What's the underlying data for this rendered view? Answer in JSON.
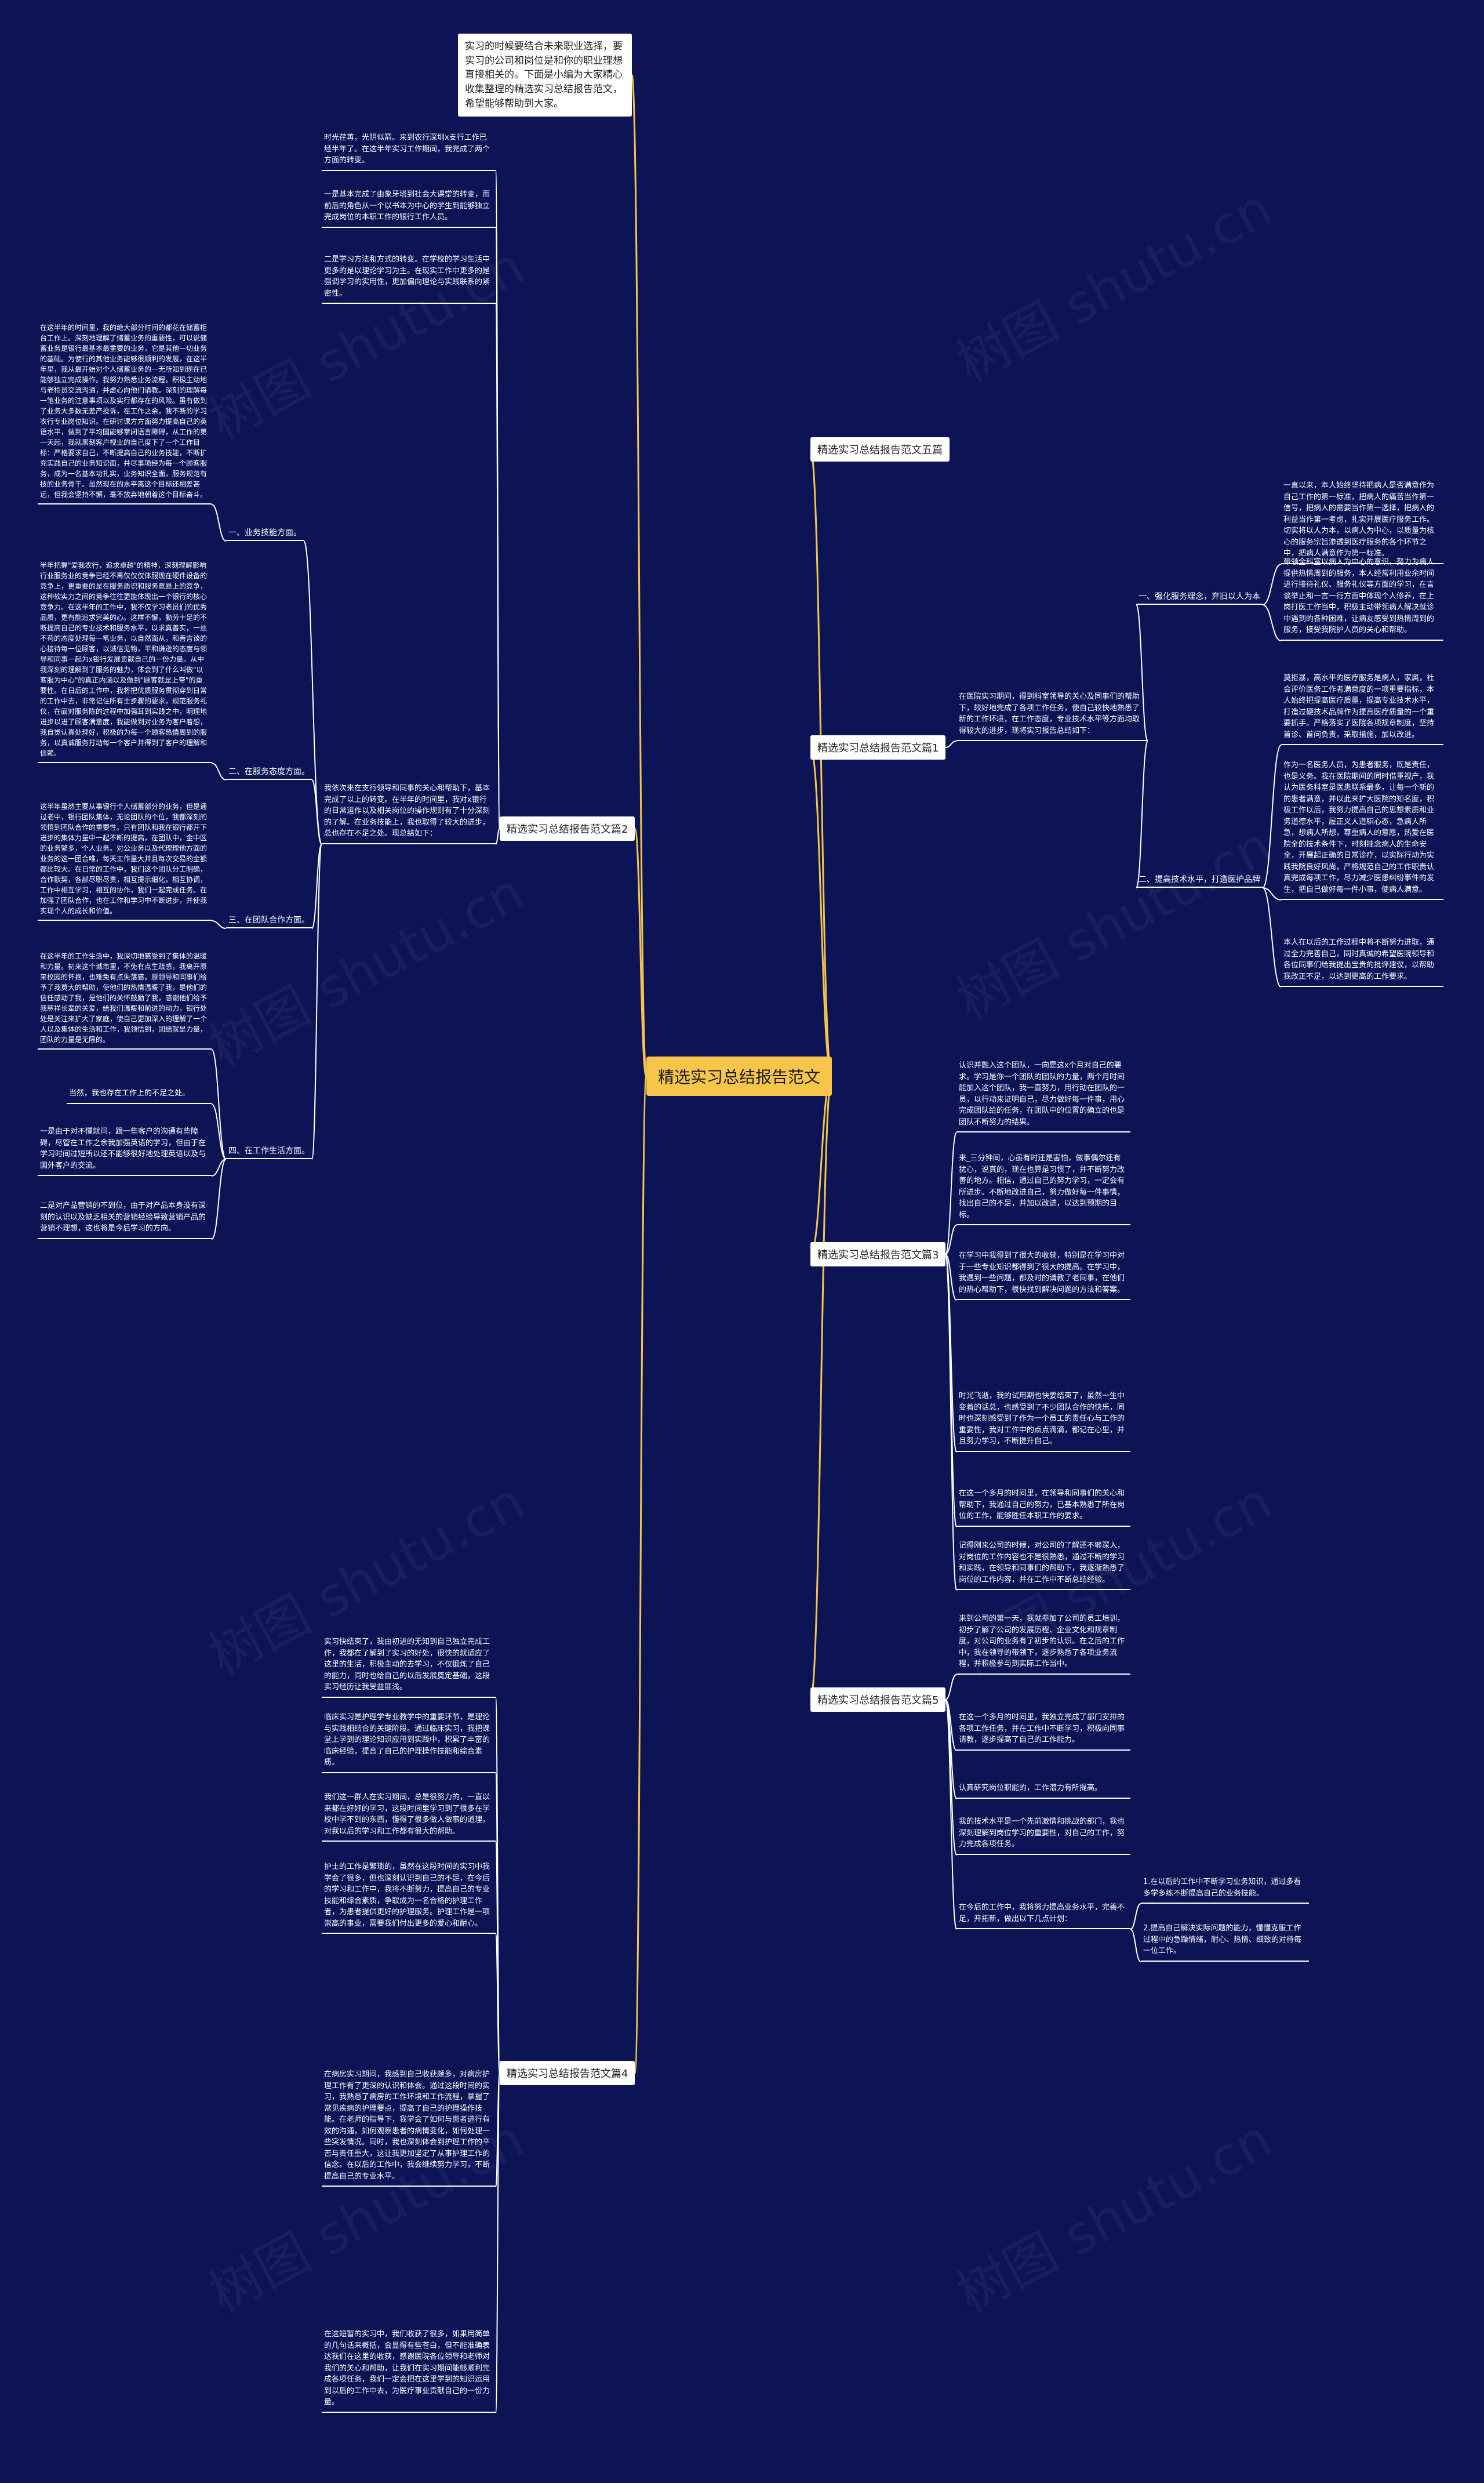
{
  "root": {
    "label": "精选实习总结报告范文"
  },
  "intro": {
    "text": "实习的时候要结合未来职业选择，要实习的公司和岗位是和你的职业理想直接相关的。下面是小编为大家精心收集整理的精选实习总结报告范文，希望能够帮助到大家。"
  },
  "watermark": {
    "text": "树图 shutu.cn"
  },
  "colors": {
    "background": "#0c1456",
    "line": "#f6c54a",
    "root_fill": "#f6c54a"
  },
  "branches": {
    "b5": {
      "label": "精选实习总结报告范文五篇"
    },
    "b1": {
      "label": "精选实习总结报告范文篇1",
      "desc": "在医院实习期间，得到科室领导的关心及同事们的帮助下，较好地完成了各项工作任务，使自己较快地熟悉了新的工作环境，在工作态度，专业技术水平等方面均取得较大的进步，现将实习报告总结如下：",
      "cat1": "一、强化服务理念，弃旧以人为本",
      "cat2": "二、提高技术水平，打造医护品牌",
      "leaves": [
        "一直以来，本人始终坚持把病人是否满意作为自己工作的第一标准，把病人的痛苦当作第一信号，把病人的需要当作第一选择，把病人的利益当作第一考虑，扎实开展医疗服务工作。切实将以人为本，以病人为中心，以质量为核心的服务宗旨渗透到医疗服务的各个环节之中，把病人满意作为第一标准。",
        "带领全科室以病人为中心的意识，努力为病人提供热情周到的服务，本人经常利用业余时间进行接待礼仪、服务礼仪等方面的学习，在言谈举止和一言一行方面中体现个人修养，在上岗打医工作当中，积极主动带领病人解决就诊中遇到的各种困难，让病友感受到热情周到的服务，接受我院护人员的关心和帮助。",
        "莫拒暴，高水平的医疗服务是病人，家属，社会评价医务工作者满意度的一项重要指标，本人始终把提高医疗质量，提高专业技术水平，打造过硬技术品牌作为提高医疗质量的一个重要抓手。严格落实了医院各项规章制度，坚持首诊、首问负责，采取措施，加以改进。",
        "作为一名医务人员，为患者服务，既是责任，也是义务。我在医院期间的同时借重视产，我认为医务科室是医患联系最多，让每一个新的的患者满意，并以此来扩大医院的知名度，积极工作以后，我努力提高自己的思想素质和业务道德水平，履正义人道职心态，急病人所急，想病人所想，尊重病人的意愿，热爱在医院全的技术条件下，时刻挂念病人的生命安全，开展起正确的日常诊疗，以实际行动为实践我院良好风尚，严格规范自己的工作职责认真完成每项工作，尽力减少医患纠纷事件的发生，把自己做好每一件小事，使病人满意。",
        "本人在以后的工作过程中将不断努力进取，通过全力完善自己，同时真诚的希望医院领导和各位同事们给我提出宝贵的批评建议，以帮助我改正不足，以达到更高的工作要求。"
      ]
    },
    "b2": {
      "label": "精选实习总结报告范文篇2",
      "desc": "我依次来在支行领导和同事的关心和帮助下，基本完成了以上的转变。在半年的时间里，我对x银行的日常运作以及相关岗位的操作规则有了十分深刻的了解。在业务技能上，我也取得了较大的进步，总也存在不足之处。现总结如下：",
      "cats": [
        "一、业务技能方面。",
        "二、在服务态度方面。",
        "三、在团队合作方面。",
        "四、在工作生活方面。"
      ],
      "head_leaves": [
        "时光荏苒，光阴似箭。来到农行深圳x支行工作已经半年了。在这半年实习工作期间，我完成了两个方面的转变。",
        "一是基本完成了由象牙塔到社会大课堂的转变，而前后的角色从一个以书本为中心的学生到能够独立完成岗位的本职工作的银行工作人员。",
        "二是学习方法和方式的转变。在学校的学习生活中更多的是以理论学习为主。在现实工作中更多的是强调学习的实用性，更加偏向理论与实践联系的紧密性。"
      ],
      "leaf1": "在这半年的时间里，我的绝大部分时间的都花在储蓄柜台工作上。深刻地理解了储蓄业务的重要性，可以说储蓄业务是银行最基本最重要的业务，它是其他一切业务的基础。为使行的其他业务能够很顺利的发展，在这半年里，我从最开始对个人储蓄业务的一无所知到现在已能够独立完成操作。我努力熟悉业务流程，积极主动地与老柜员交流沟通，并虚心向他们请教。深刻的理解每一笔业务的注意事项以及实行都存在的风险。虽有做到了业务大多数无差产投诉，在工作之余，我不断的学习农行专业岗位知识。在研讨课方方面努力提高自己的英语水平，做到了平均国能够掌闭语言障碍，从工作的第一天起，我就黑刻客户视业的自己度下了一个工作目标：严格要求自己，不断提高自己的业务技能，不断扩充实践自己的业务知识面，并尽事项经为每一个顾客服务，成为一名基本功扎实，业务知识全面，服务规范有技的业务骨干。虽然现在的水平离这个目标还相差甚远，但我会坚持不懈，毫不放弃地朝着这个目标奋斗。",
      "leaf2": "半年把握\"爱我农行，追求卓越\"的精神，深刻理解影响行业服务业的竞争已经不再仅仅仅体服现在硬件设备的竞争上，更重要的是在服务质识和服务意愿上的竞争，这种软实力之间的竞争往往更能体现出一个银行的核心竞争力。在这半年的工作中，我不仅学习老员们的优秀品质，更有能追求完美的心。这样不懈，勤劳十足的不断提高自己的专业技术和服务水平，以求真善实，一丝不苟的态度处理每一笔业务，以自然面从，和善言谈的心接待每一位顾客，以诚信见物，平和谦逊的态度与领导和同事一起为x银行发展贡献自己的一份力量。从中我深刻的理解到了服务的魅力，体会到了什么叫做\"以客服为中心\"的真正内涵以及做到\"顾客就是上帝\"的重要性。在日后的工作中，我将把优质服务贯彻穿到日常的工作中去，非常记住所有士步骤的要求，规范服务礼仪，在面对服务陈的过程中加强耳到实践之中，明理地进步以进了顾客满意度，我能做到对业务为客户着想，我自觉认真处理好，积极的为每一个顾客热情周到的服务，以真诚服务打动每一个客户并得到了客户的理解和信赖。",
      "leaf3": "这半年虽然主要从事银行个人储蓄部分的业务，但是通过老中，银行团队集体，无论团队的个位，我都深刻的领悟到团队合作的重要性。只有团队和我在银行都开下进步的集体力量中一起不断的提高，在团队中，金中区的业务繁多，个人业务。对公业务以及代理理他方面的业务的这一团合唯，每天工作量大并且每次交易的金额都比较大。在日常的工作中，我们这个团队分工明确，合作默契，各部尽职尽责，相互提示细化，相互协调，工作中相互学习，相互的协作，我们一起完成任务。在加强了团队合作，也在工作和学习中不断进步，并使我实现个人的成长和价值。",
      "leaf4": "在这半年的工作生活中，我深切地感受到了集体的温暖和力量。初来这个城市里，不免有点生疏感，我离开原来校园的怀抱，也难免有点失落感，原领导和同事们给予了我莫大的帮助，使他们的热情温暖了我，是他们的信任感动了我，是他们的关怀鼓励了我，感谢他们给予我慈祥长辈的关爱，给我们温暖和前进的动力，银行处处是关注来扩大了家庭，使自己更加深入的理解了一个人以及集体的生活和工作，我领悟到，团结就是力量，团队的力量是无限的。",
      "sub_leaves": [
        "当然，我也存在工作上的不足之处。",
        "一是由于对不懂就问，跟一些客户的沟通有些障碍，尽管在工作之余我加强英语的学习，但由于在学习时间过短所以还不能够很好地处理英语以及与国外客户的交流。",
        "二是对产品营销的不到位，由于对产品本身没有深刻的认识以及缺乏相关的营销经验导致营销产品的营销不理想，这也将是今后学习的方向。"
      ]
    },
    "b3": {
      "label": "精选实习总结报告范文篇3",
      "leaves": [
        "认识并融入这个团队，一向是这x个月对自己的要求。学习是你一个团队的团队的力量，两个月时间能加入这个团队，我一直努力，用行动在团队的一员，以行动来证明自己，尽力做好每一件事，用心完成团队给的任务，在团队中的位置的确立的也是团队不断努力的结果。",
        "来_三分钟间，心虽有时还是害怕，做事偶尔还有犹心，说真的，现在也算是习惯了，并不断努力改善的地方。相信，通过自己的努力学习，一定会有所进步。不断地改进自己，努力做好每一件事情，找出自己的不足，并加以改进，以达到预期的目标。",
        "在学习中我得到了很大的收获，特别是在学习中对于一些专业知识都得到了很大的提高。在学习中，我遇到一些问题，都及时的请教了老同事，在他们的热心帮助下，很快找到解决问题的方法和答案。",
        "时光飞逝，我的试用期也快要结束了，虽然一生中变着的话总，也感受到了不少团队合作的快乐，同时也深刻感受到了作为一个员工的责任心与工作的重要性，我对工作中的点点滴滴，都记在心里，并且努力学习，不断提升自己。",
        "在这一个多月的时间里，在领导和同事们的关心和帮助下，我通过自己的努力，已基本熟悉了所在岗位的工作，能够胜任本职工作的要求。",
        "记得刚来公司的时候，对公司的了解还不够深入，对岗位的工作内容也不是很熟悉，通过不断的学习和实践，在领导和同事们的帮助下，我逐渐熟悉了岗位的工作内容，并在工作中不断总结经验。"
      ]
    },
    "b5b": {
      "label": "精选实习总结报告范文篇5",
      "leaves": [
        "来到公司的第一天，我就参加了公司的员工培训，初步了解了公司的发展历程、企业文化和规章制度，对公司的业务有了初步的认识。在之后的工作中，我在领导的带领下，逐步熟悉了各项业务流程，并积极参与到实际工作当中。",
        "在这一个多月的时间里，我独立完成了部门安排的各项工作任务，并在工作中不断学习，积极向同事请教，逐步提高了自己的工作能力。",
        "认真研究岗位职能的，工作潜力有所提高。",
        "我的技术水平是一个先前激情和挑战的部门，我也深刻理解到岗位学习的重要性，对自己的工作，努力完成各项任务。",
        "在今后的工作中，我将努力提高业务水平，完善不足，开拓新，做出以下几点计划："
      ],
      "subs": [
        "1.在以后的工作中不断学习业务知识，通过多看多学多练不断提高自己的业务技能。",
        "2.提高自己解决实际问题的能力，懂懂克服工作过程中的急躁情绪，耐心、热情、细致的对待每一位工作。"
      ]
    },
    "b4": {
      "label": "精选实习总结报告范文篇4",
      "leaves": [
        "实习快结束了，我由初进的无知到自己独立完成工作，我都在了解到了实习的好处，很快的就适应了这里的生活，积极主动的去学习，不仅锻炼了自己的能力，同时也给自己的以后发展奠定基础，这段实习经历让我受益匪浅。",
        "临床实习是护理学专业教学中的重要环节，是理论与实践相结合的关键阶段。通过临床实习，我把课堂上学到的理论知识应用到实践中，积累了丰富的临床经验，提高了自己的护理操作技能和综合素质。",
        "我们这一群人在实习期间，总是很努力的，一直以来都在好好的学习，这段时间里学习到了很多在学校中学不到的东西，懂得了很多做人做事的道理，对我以后的学习和工作都有很大的帮助。",
        "护士的工作是繁琐的，虽然在这段时间的实习中我学会了很多，但也深刻认识到自己的不足，在今后的学习和工作中，我将不断努力，提高自己的专业技能和综合素质，争取成为一名合格的护理工作者，为患者提供更好的护理服务。护理工作是一项崇高的事业，需要我们付出更多的爱心和耐心。",
        "在病房实习期间，我感到自己收获颇多，对病房护理工作有了更深的认识和体会。通过这段时间的实习，我熟悉了病房的工作环境和工作流程，掌握了常见疾病的护理要点，提高了自己的护理操作技能。在老师的指导下，我学会了如何与患者进行有效的沟通，如何观察患者的病情变化，如何处理一些突发情况。同时，我也深刻体会到护理工作的辛苦与责任重大，这让我更加坚定了从事护理工作的信念。在以后的工作中，我会继续努力学习，不断提高自己的专业水平。",
        "在这短暂的实习中，我们收获了很多，如果用简单的几句话来概括，会显得有些苍白，但不能准确表达我们在这里的收获，感谢医院各位领导和老师对我们的关心和帮助，让我们在实习期间能够顺利完成各项任务，我们一定会把在这里学到的知识运用到以后的工作中去，为医疗事业贡献自己的一份力量。"
      ]
    }
  }
}
